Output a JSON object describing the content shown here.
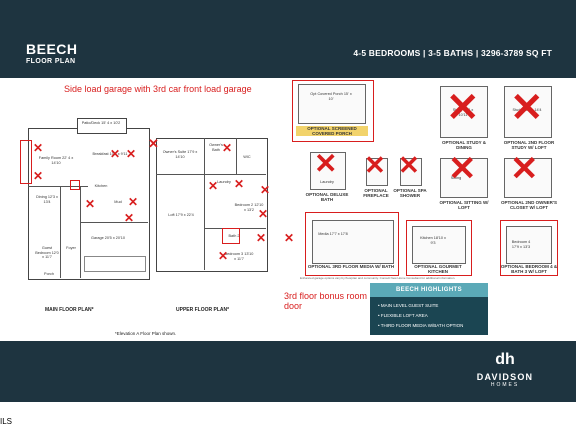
{
  "header": {
    "title": "BEECH",
    "subtitle": "FLOOR PLAN",
    "specs": "4-5 BEDROOMS | 3-5 BATHS | 3296-3789 SQ FT"
  },
  "annotations": {
    "garage_note": "Side load garage with 3rd car front load garage",
    "bonus_note_line1": "3rd floor bonus room",
    "bonus_note_line2": "door"
  },
  "main_floor": {
    "label": "MAIN FLOOR PLAN*",
    "footnote": "*Elevation A Floor Plan shown.",
    "rooms": {
      "patio": "Patio/Deck 15' 4 x 10'2",
      "family": "Family Room 22' 4 x 14'10",
      "breakfast": "Breakfast 10'5 x 9'11",
      "kitchen": "Kitchen",
      "dining": "Dining 12'3 x 13'4",
      "guest": "Guest Bedroom 12'0 x 11'7",
      "garage": "Garage 20'5 x 20'10",
      "foyer": "Foyer",
      "porch": "Porch",
      "mud": "Mud"
    }
  },
  "upper_floor": {
    "label": "UPPER FLOOR PLAN*",
    "rooms": {
      "owners_suite": "Owner's Suite 17'9 x 14'10",
      "owners_bath": "Owner's Bath",
      "wic": "WIC",
      "laundry": "Laundry",
      "loft": "Loft 17'9 x 22'4",
      "bedroom2": "Bedroom 2 12'10 x 13'2",
      "bedroom3": "Bedroom 3 13'10 x 11'7",
      "bath2": "Bath 2"
    }
  },
  "options": {
    "porch": {
      "room": "Opt Covered Porch 15' x 10'",
      "caption": "OPTIONAL SCREENED COVERED PORCH"
    },
    "study": {
      "room": "Study 11'2 x 10'11",
      "caption": "OPTIONAL STUDY & DINING"
    },
    "second_study": {
      "room": "Study 12'9 x 14'4",
      "caption": "OPTIONAL 2ND FLOOR STUDY W/ LOFT"
    },
    "deluxe_bath": "OPTIONAL DELUXE BATH",
    "fireplace": "OPTIONAL FIREPLACE",
    "spa_shower": "OPTIONAL SPA SHOWER",
    "sitting": "OPTIONAL SITTING W/ LOFT",
    "second_owners": "OPTIONAL 2ND OWNER'S CLOSET W/ LOFT",
    "media": {
      "room": "Media 17'7 x 17'8",
      "caption": "OPTIONAL 3RD FLOOR MEDIA W/ BATH"
    },
    "gourmet": {
      "room": "Kitchen 18'10 x 9'3",
      "caption": "OPTIONAL GOURMET KITCHEN"
    },
    "bedroom4": {
      "room": "Bedroom 4 17'9 x 13'3",
      "caption": "OPTIONAL BEDROOM 4 & BATH 3 W/ LOFT"
    },
    "laundry_label": "Laundry",
    "sitting_label": "Sitting"
  },
  "highlights": {
    "title": "BEECH HIGHLIGHTS",
    "items": [
      "• MAIN LEVEL GUEST SUITE",
      "• FLEXIBLE LOFT AREA",
      "• THIRD FLOOR MEDIA W/BATH OPTION"
    ]
  },
  "disclaimer": "Enhanced garage options vary by floorplan and community. Consult New Home Consultant for additional information.",
  "logo": {
    "mark": "dh",
    "name": "DAVIDSON",
    "sub": "HOMES"
  },
  "bottom_text": "ILS",
  "colors": {
    "header_bg": "#1e3440",
    "markup_red": "#d81e1e",
    "highlight_teal": "#5ba9b7"
  }
}
